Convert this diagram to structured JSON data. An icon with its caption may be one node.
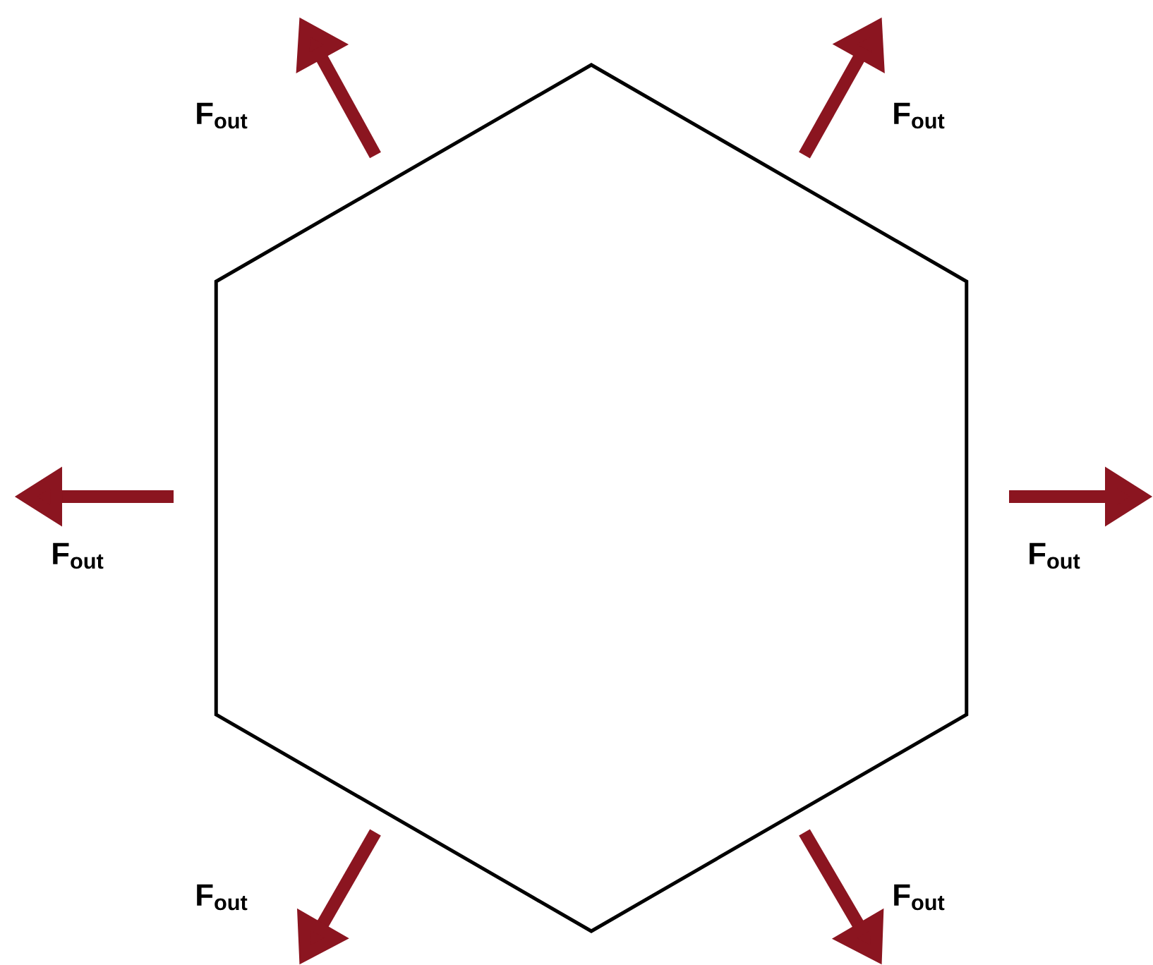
{
  "diagram": {
    "nodes": [
      {
        "text": [],
        "shape": "hexagon"
      }
    ],
    "labels": [
      "F$_{out}$",
      "F$_{out}$",
      "F$_{out}$",
      "F$_{out}$",
      "F$_{out}$",
      "F$_{out}$"
    ]
  }
}
